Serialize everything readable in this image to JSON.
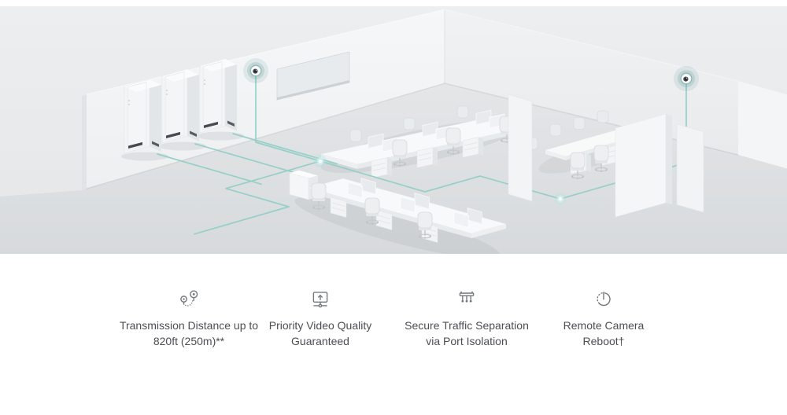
{
  "illustration": {
    "description": "Isometric office scene: server rack cabinets connected by teal PoE network cabling to two glowing dome cameras, two workstation clusters and a meeting room",
    "accent_cable_color": "#93cfc7",
    "camera_glow_color": "#569692",
    "background_top": "#edeef0",
    "background_bottom": "#e4e6e8",
    "elements": [
      "server-rack-cabinets",
      "dome-camera-left",
      "dome-camera-right",
      "wall-display-board",
      "workstation-cluster-back",
      "workstation-cluster-front",
      "conference-room",
      "network-cable-run",
      "cable-glow-nodes"
    ]
  },
  "features": [
    {
      "icon": "map-pins-distance-icon",
      "label": "Transmission Distance up to 820ft (250m)**"
    },
    {
      "icon": "monitor-priority-icon",
      "label": "Priority Video Quality Guaranteed"
    },
    {
      "icon": "port-isolation-icon",
      "label": "Secure Traffic Separation via Port Isolation"
    },
    {
      "icon": "reboot-power-icon",
      "label": "Remote Camera Reboot†"
    }
  ],
  "colors": {
    "feature_text": "#4b4e53",
    "feature_icon_stroke": "#74787c"
  }
}
